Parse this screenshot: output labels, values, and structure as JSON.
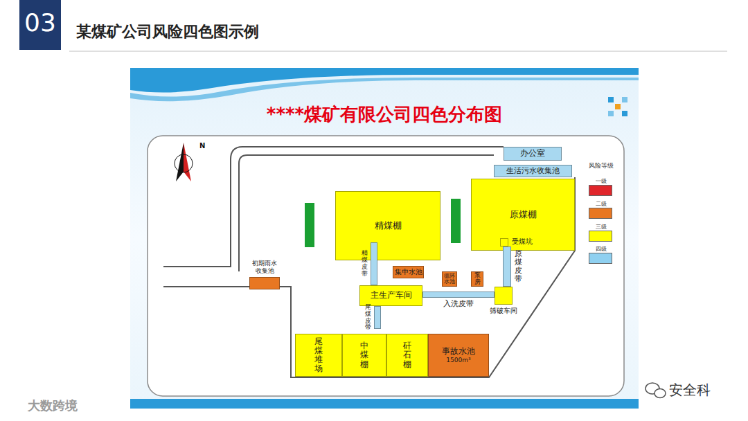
{
  "diagram": {
    "title": "某煤矿公司风险四色图示例",
    "nodes": [
      {
        "text": [
          "办公室"
        ]
      },
      {
        "text": [
          "生活污水收集池"
        ]
      },
      {
        "text": [
          "原煤棚"
        ]
      },
      {
        "text": [
          "受煤坑"
        ]
      },
      {
        "text": [
          "精煤棚"
        ]
      },
      {
        "text": [
          "精煤皮带"
        ]
      },
      {
        "text": [
          "集中水池"
        ]
      },
      {
        "text": [
          "循环 水池"
        ]
      },
      {
        "text": [
          "泵房"
        ]
      },
      {
        "text": [
          "原煤皮带"
        ]
      },
      {
        "text": [
          "主生产车间"
        ]
      },
      {
        "text": [
          "入洗皮带"
        ]
      },
      {
        "text": [
          "筛破车间"
        ]
      },
      {
        "text": [
          "尾煤皮带"
        ]
      },
      {
        "text": [
          "初期雨水 收集池"
        ]
      },
      {
        "text": [
          "尾煤堆场"
        ]
      },
      {
        "text": [
          "中煤棚"
        ]
      },
      {
        "text": [
          "矸石棚"
        ]
      },
      {
        "text": [
          "事故水池",
          "1500m³"
        ]
      }
    ],
    "labels": [
      "03",
      "****煤矿有限公司四色分布图",
      "N",
      "风险等级",
      "安全科",
      "大数跨境"
    ],
    "legend": [
      {
        "text": "一级",
        "color": "#e0262b"
      },
      {
        "text": "二级",
        "color": "#e87722"
      },
      {
        "text": "三级",
        "color": "#ffff00"
      },
      {
        "text": "四级",
        "color": "#8fd0f0"
      }
    ]
  }
}
